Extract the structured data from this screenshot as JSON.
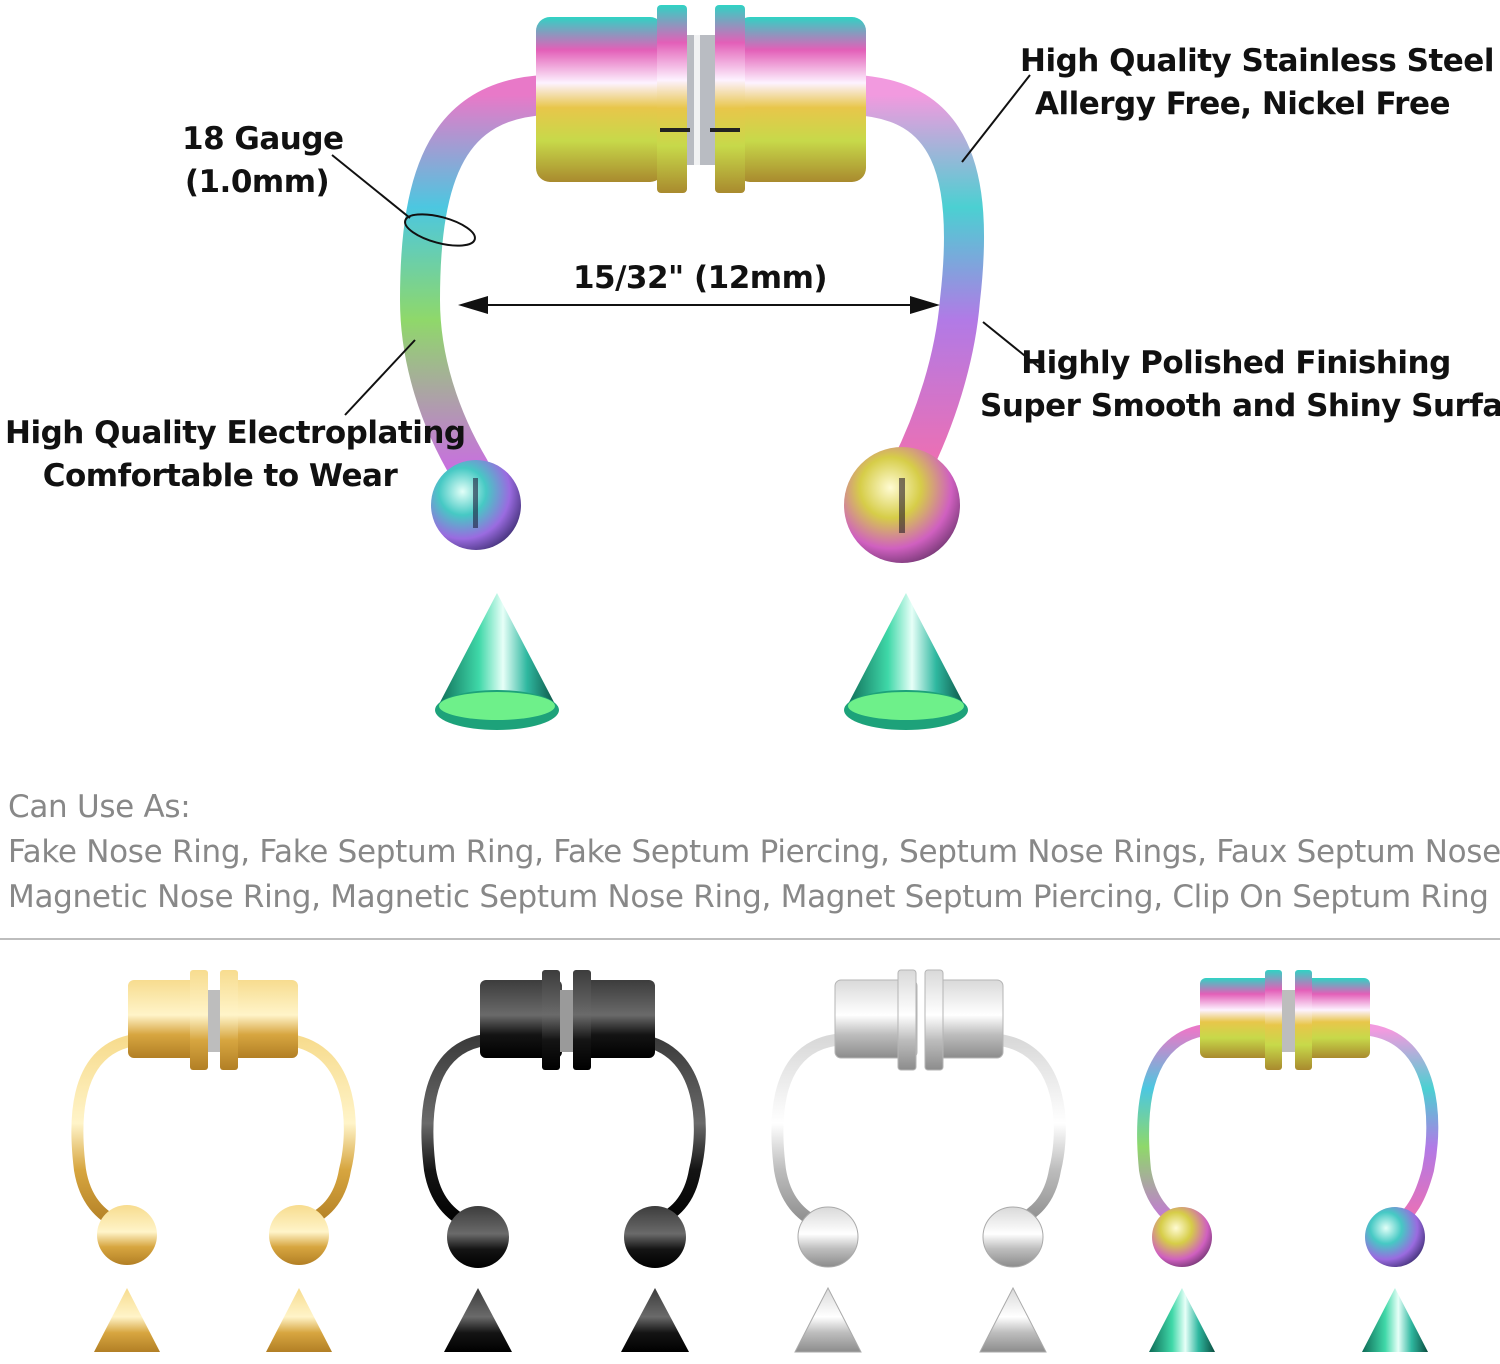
{
  "annotations": {
    "gauge": [
      "18 Gauge",
      "(1.0mm)"
    ],
    "steel": [
      "High Quality Stainless Steel",
      "Allergy Free, Nickel Free"
    ],
    "width": "15/32\" (12mm)",
    "polish": [
      "Highly Polished Finishing",
      "Super Smooth and Shiny Surface"
    ],
    "plating": [
      "High Quality Electroplating",
      "Comfortable to Wear"
    ]
  },
  "usage": {
    "heading": "Can Use As:",
    "line1": "Fake Nose Ring, Fake Septum Ring, Fake Septum Piercing, Septum Nose Rings, Faux Septum Nose",
    "line2": "Magnetic Nose Ring, Magnetic Septum Nose Ring, Magnet Septum Piercing, Clip On Septum Ring"
  },
  "variants": [
    {
      "color": "gold",
      "hex": "#d9a84a"
    },
    {
      "color": "black",
      "hex": "#1b1b1b"
    },
    {
      "color": "silver",
      "hex": "#c8c8c8"
    },
    {
      "color": "rainbow",
      "hex": "#9b6fd0"
    }
  ]
}
